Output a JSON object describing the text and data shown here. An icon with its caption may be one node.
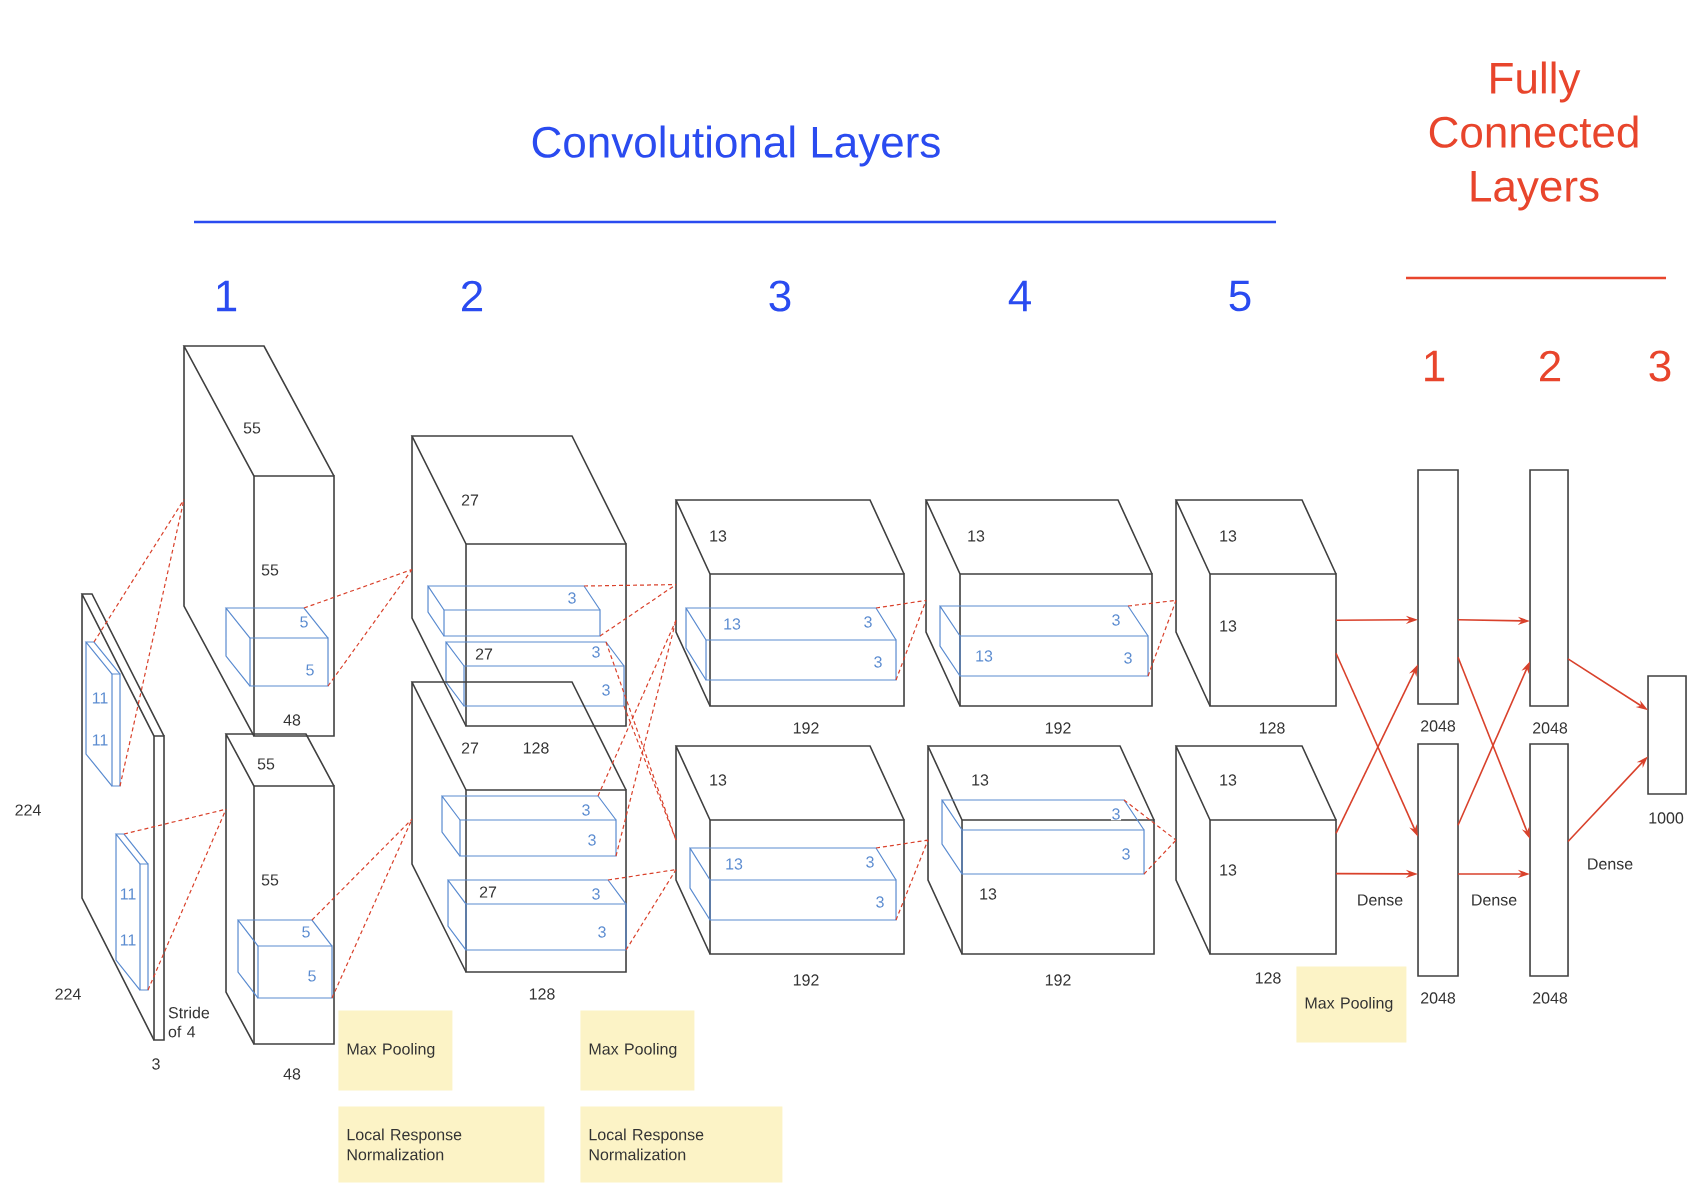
{
  "diagram": {
    "nodes": [
      {
        "text": [],
        "shape": "box",
        "beside": [
          "224",
          "224",
          "3"
        ]
      },
      {
        "text": [
          "11",
          "11"
        ],
        "in": 0
      },
      {
        "text": [
          "11",
          "11"
        ],
        "in": 0
      },
      {
        "text": [
          "55",
          "55",
          "48"
        ]
      },
      {
        "text": [
          "5",
          "5"
        ],
        "in": 3
      },
      {
        "text": [
          "55",
          "55"
        ],
        "beside": [
          "48"
        ]
      },
      {
        "text": [
          "5",
          "5"
        ],
        "in": 5
      },
      {
        "text": [
          "27",
          "27"
        ],
        "beside": [
          "27",
          "128"
        ]
      },
      {
        "text": [
          "3"
        ],
        "in": 7
      },
      {
        "text": [
          "3",
          "3"
        ],
        "in": 7
      },
      {
        "text": [
          "27"
        ],
        "beside": [
          "128"
        ]
      },
      {
        "text": [
          "3",
          "3"
        ],
        "in": 10
      },
      {
        "text": [
          "3",
          "3"
        ],
        "in": 10
      },
      {
        "text": [
          "13"
        ],
        "beside": [
          "192"
        ]
      },
      {
        "text": [
          "13",
          "3",
          "3"
        ],
        "in": 13
      },
      {
        "text": [
          "13"
        ],
        "beside": [
          "192"
        ]
      },
      {
        "text": [
          "13",
          "3",
          "3"
        ],
        "in": 15
      },
      {
        "text": [
          "13"
        ],
        "beside": [
          "192"
        ]
      },
      {
        "text": [
          "13",
          "3",
          "3"
        ],
        "in": 17
      },
      {
        "text": [
          "13",
          "13"
        ],
        "beside": [
          "192"
        ]
      },
      {
        "text": [
          "3",
          "3"
        ],
        "in": 19
      },
      {
        "text": [
          "13",
          "13"
        ],
        "beside": [
          "128"
        ]
      },
      {
        "text": [
          "13",
          "13"
        ],
        "beside": [
          "128"
        ]
      },
      {
        "text": [],
        "shape": "bar",
        "beside": [
          "2048"
        ]
      },
      {
        "text": [],
        "shape": "bar",
        "beside": [
          "2048"
        ]
      },
      {
        "text": [],
        "shape": "bar",
        "beside": [
          "2048"
        ]
      },
      {
        "text": [],
        "shape": "bar",
        "beside": [
          "2048"
        ]
      },
      {
        "text": [],
        "shape": "bar",
        "beside": [
          "1000"
        ]
      },
      {
        "text": [
          "Max Pooling"
        ]
      },
      {
        "text": [
          "Local Response Normalization"
        ]
      },
      {
        "text": [
          "Max Pooling"
        ]
      },
      {
        "text": [
          "Local Response Normalization"
        ]
      },
      {
        "text": [
          "Max Pooling"
        ]
      }
    ],
    "edges": [
      {
        "from": 1,
        "to": 3,
        "arrow": "none",
        "style": "dashed"
      },
      {
        "from": 2,
        "to": 5,
        "arrow": "none",
        "style": "dashed"
      },
      {
        "from": 4,
        "to": 7,
        "arrow": "none",
        "style": "dashed"
      },
      {
        "from": 6,
        "to": 10,
        "arrow": "none",
        "style": "dashed"
      },
      {
        "from": 8,
        "to": 13,
        "arrow": "none",
        "style": "dashed"
      },
      {
        "from": 9,
        "to": 15,
        "arrow": "none",
        "style": "dashed"
      },
      {
        "from": 11,
        "to": 13,
        "arrow": "none",
        "style": "dashed"
      },
      {
        "from": 12,
        "to": 15,
        "arrow": "none",
        "style": "dashed"
      },
      {
        "from": 14,
        "to": 17,
        "arrow": "none",
        "style": "dashed"
      },
      {
        "from": 16,
        "to": 19,
        "arrow": "none",
        "style": "dashed"
      },
      {
        "from": 18,
        "to": 21,
        "arrow": "none",
        "style": "dashed"
      },
      {
        "from": 20,
        "to": 22,
        "arrow": "none",
        "style": "dashed"
      },
      {
        "from": 21,
        "to": 23,
        "arrow": "to"
      },
      {
        "from": 21,
        "to": 24,
        "arrow": "to"
      },
      {
        "from": 22,
        "to": 23,
        "arrow": "to"
      },
      {
        "from": 22,
        "to": 24,
        "arrow": "to"
      },
      {
        "from": 23,
        "to": 25,
        "arrow": "to"
      },
      {
        "from": 23,
        "to": 26,
        "arrow": "to"
      },
      {
        "from": 24,
        "to": 25,
        "arrow": "to"
      },
      {
        "from": 24,
        "to": 26,
        "arrow": "to"
      },
      {
        "from": 25,
        "to": 27,
        "arrow": "to"
      },
      {
        "from": 26,
        "to": 27,
        "arrow": "to"
      }
    ],
    "labels": [
      "Convolutional Layers",
      "Fully Connected Layers",
      "1",
      "2",
      "3",
      "4",
      "5",
      "1",
      "2",
      "3",
      "Stride of 4",
      "Dense",
      "Dense",
      "Dense"
    ]
  }
}
